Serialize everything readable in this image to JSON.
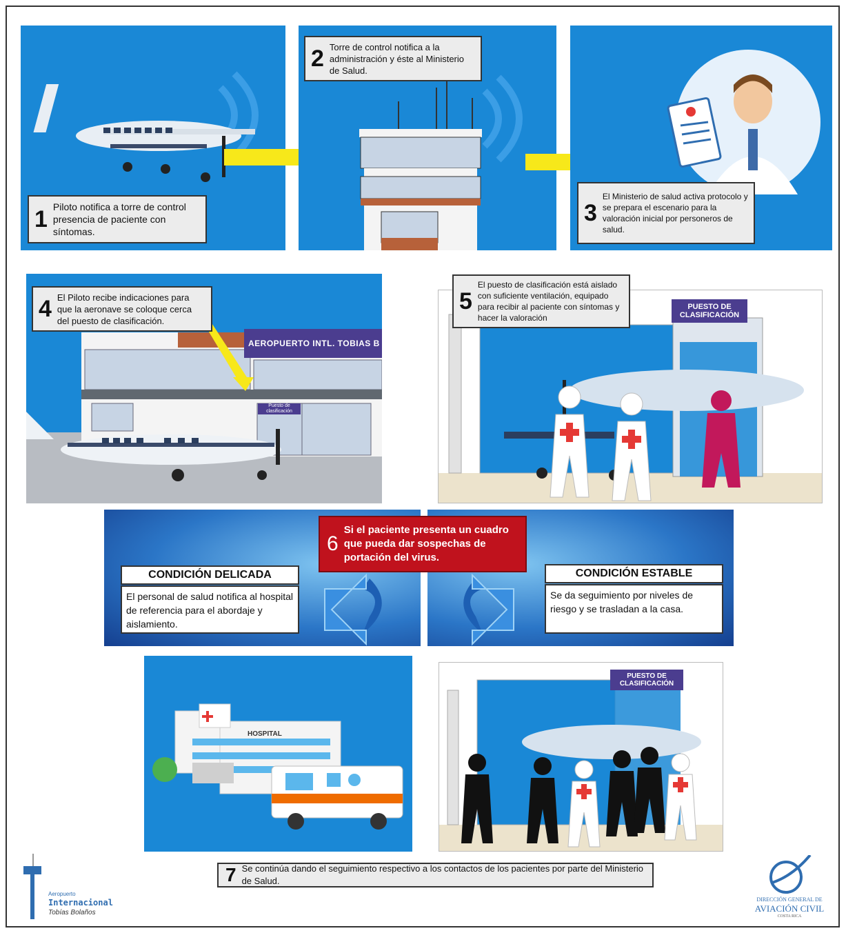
{
  "steps": {
    "s1": {
      "num": "1",
      "text": "Piloto notifica a torre de control presencia de paciente con síntomas."
    },
    "s2": {
      "num": "2",
      "text": "Torre de control notifica a la administración y éste al Ministerio de Salud."
    },
    "s3": {
      "num": "3",
      "text": "El Ministerio de salud activa protocolo y se prepara el escenario para la valoración inicial por personeros de salud."
    },
    "s4": {
      "num": "4",
      "text": "El Piloto recibe indicaciones para que la aeronave se coloque cerca del puesto de clasificación."
    },
    "s5": {
      "num": "5",
      "text": "El puesto de clasificación está aislado con suficiente ventilación, equipado para recibir al paciente con síntomas y hacer la valoración"
    },
    "s6": {
      "num": "6",
      "text": "Si el paciente presenta un cuadro que pueda dar sospechas de portación del virus."
    },
    "s7": {
      "num": "7",
      "text": "Se continúa dando el seguimiento respectivo a los contactos de los pacientes por parte del Ministerio de Salud."
    }
  },
  "conditions": {
    "delicada": {
      "title": "CONDICIÓN DELICADA",
      "text": "El personal de salud notifica al hospital de referencia para el abordaje y aislamiento."
    },
    "estable": {
      "title": "CONDICIÓN ESTABLE",
      "text": "Se da seguimiento por niveles de riesgo y se trasladan a la casa."
    }
  },
  "signs": {
    "airport": "AEROPUERTO INTL. TOBIAS B",
    "puesto_small": "Puesto de clasificación",
    "puesto": "PUESTO DE CLASIFICACIÓN",
    "puesto2": "PUESTO DE CLASIFICACIÓN",
    "hospital": "HOSPITAL"
  },
  "logos": {
    "left_line1": "Aeropuerto",
    "left_line2": "Internacional",
    "left_line3": "Tobías Bolaños",
    "right_line1": "DIRECCIÓN GENERAL DE",
    "right_line2": "AVIACIÓN CIVIL",
    "right_line3": "COSTA RICA"
  },
  "colors": {
    "panel_blue": "#1a88d6",
    "arrow_yellow": "#f7e81a",
    "alert_red": "#c0121d",
    "sign_purple": "#4b3d8f"
  }
}
